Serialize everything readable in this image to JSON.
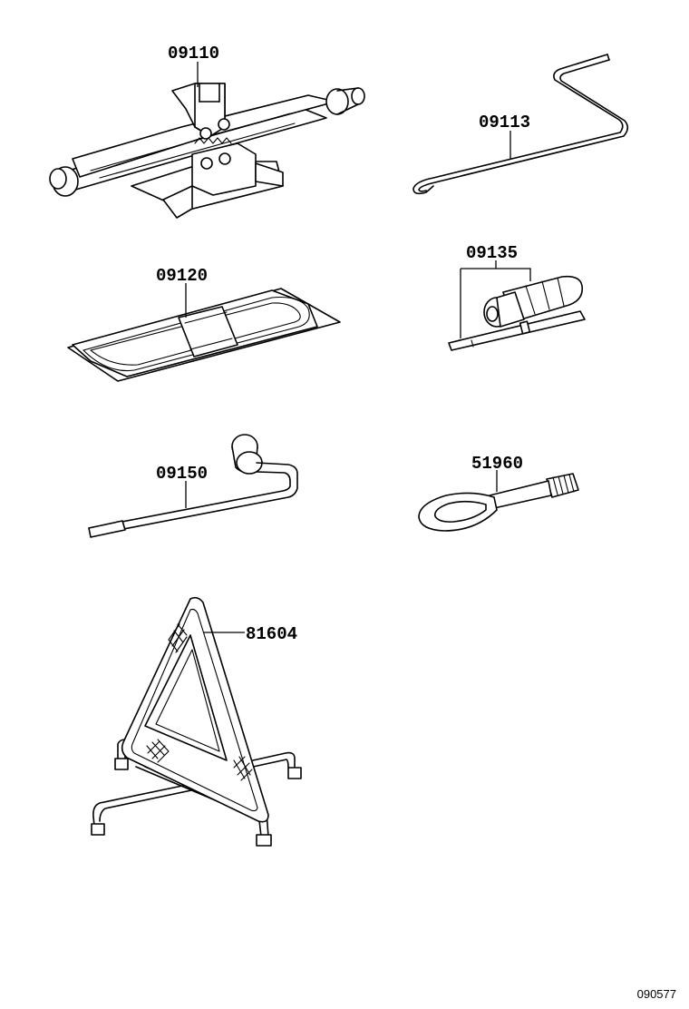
{
  "parts": {
    "jack": "09110",
    "jack_handle": "09113",
    "tool_bag": "09120",
    "screwdriver": "09135",
    "wheel_wrench": "09150",
    "towing_eye": "51960",
    "warning_triangle": "81604"
  },
  "diagram_ref": "090577"
}
